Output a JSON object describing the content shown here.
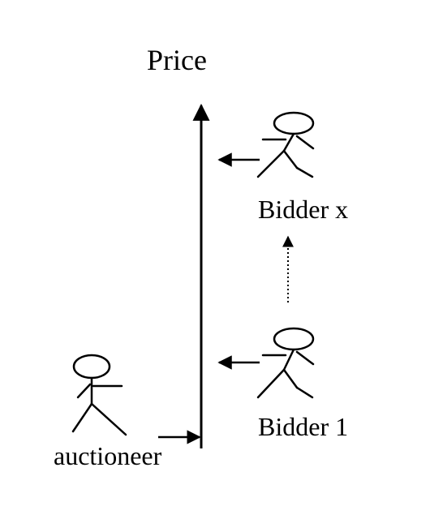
{
  "labels": {
    "price": "Price",
    "bidder_x": "Bidder x",
    "bidder_1": "Bidder 1",
    "auctioneer": "auctioneer"
  },
  "colors": {
    "stroke": "#000000",
    "background": "#ffffff"
  },
  "icons": {
    "figure": "stick-figure",
    "arrow": "arrow"
  }
}
